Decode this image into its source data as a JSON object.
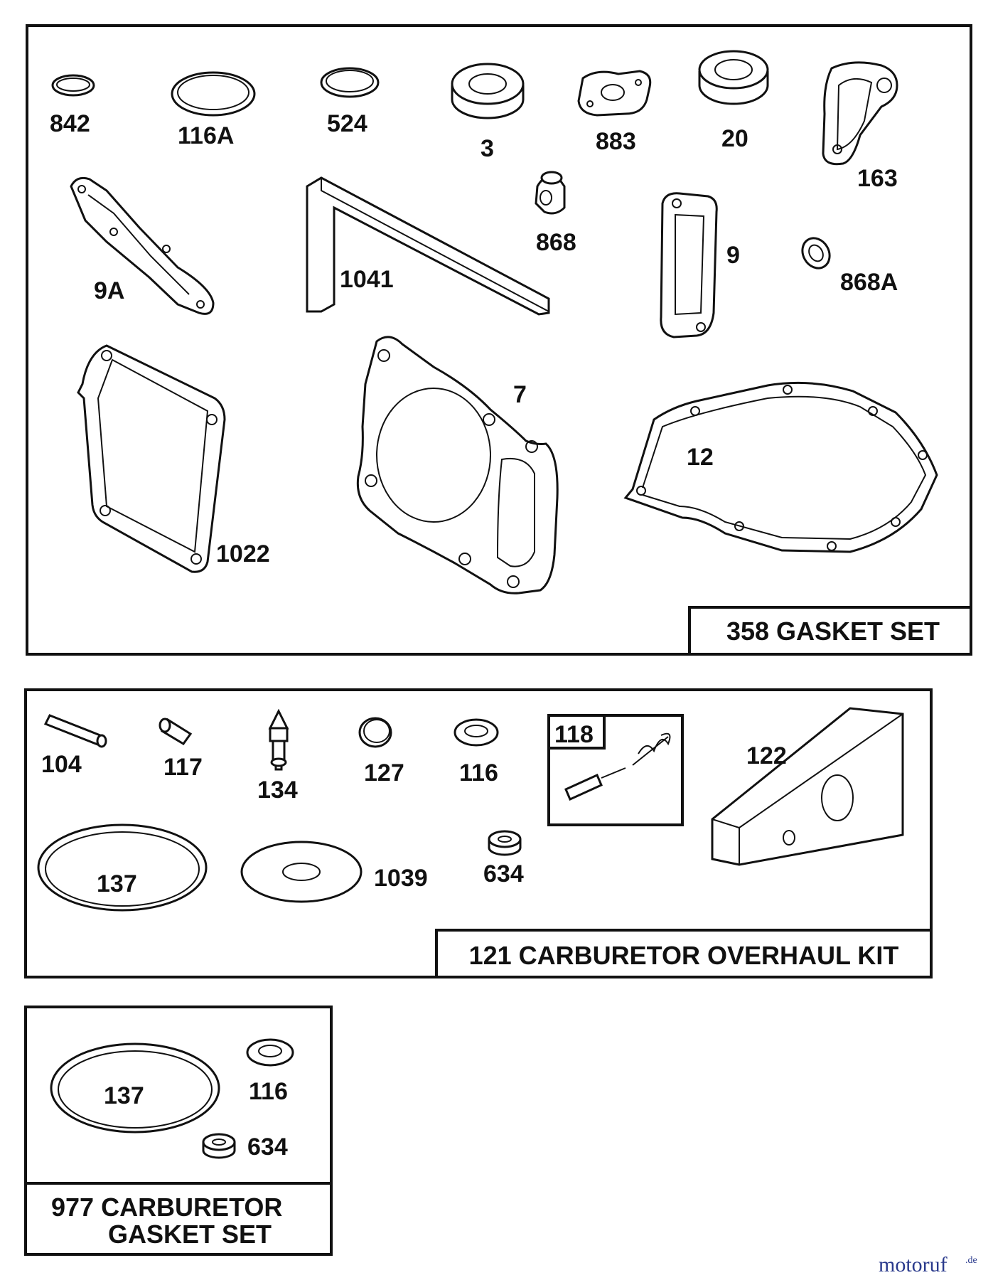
{
  "kits": {
    "gasket_set": "358 GASKET SET",
    "carb_overhaul": "121 CARBURETOR OVERHAUL KIT",
    "carb_gasket_line1": "977 CARBURETOR",
    "carb_gasket_line2": "GASKET SET"
  },
  "parts": {
    "p842": "842",
    "p116a": "116A",
    "p524": "524",
    "p3": "3",
    "p883": "883",
    "p20": "20",
    "p163": "163",
    "p9a": "9A",
    "p1041": "1041",
    "p868": "868",
    "p9": "9",
    "p868a": "868A",
    "p1022": "1022",
    "p7": "7",
    "p12": "12",
    "p104": "104",
    "p117": "117",
    "p134": "134",
    "p127": "127",
    "p116": "116",
    "p118": "118",
    "p122": "122",
    "p137": "137",
    "p1039": "1039",
    "p634": "634",
    "p137b": "137",
    "p116b": "116",
    "p634b": "634"
  },
  "watermark": {
    "brand": "motoruf",
    "suffix": ".de"
  },
  "colors": {
    "ink": "#111111",
    "watermark": "#2a3a8c"
  }
}
